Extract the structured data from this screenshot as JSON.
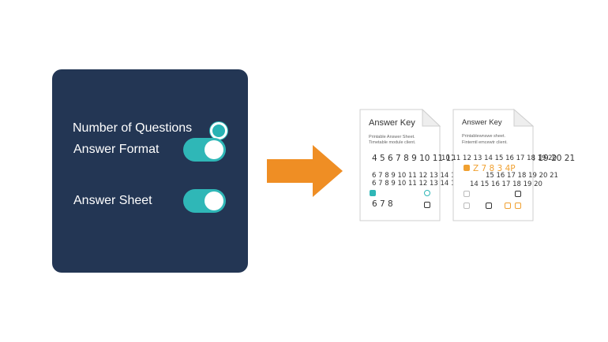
{
  "settings": {
    "number_of_questions": "Number of Questions",
    "answer_format": "Answer Format",
    "answer_sheet": "Answer Sheet"
  },
  "colors": {
    "panel": "#233654",
    "toggle": "#2fb7b7",
    "arrow": "#ef8e24",
    "accent_orange": "#f0a030"
  },
  "doc_left": {
    "title": "Answer Key",
    "sub1": "Printable Answer Sheet.",
    "sub2": "Timetable module client.",
    "row1": "4  5  6  7  8  9  10  11  12  13  14  15  16  17  18  19  20  21",
    "row2": "6  7  8  9  10  11  12  13  14  15  16  17  18  19  20  21",
    "row3": "6  7  8  9  10  11  12  13  14  15  16  17  18  19  20",
    "row4": "6  7  8"
  },
  "doc_right": {
    "title": "Answer Key",
    "sub1": "Printablewnswe sheet.",
    "sub2": "Fintemtl emcewtr client.",
    "row1": "10  11  12  13  14  15  16  17  18  19  20",
    "row2": "Z  7  8  3  4P",
    "row3": "15  16  17  18  19  20  21",
    "row4": "14  15  16  17  18  19  20"
  }
}
